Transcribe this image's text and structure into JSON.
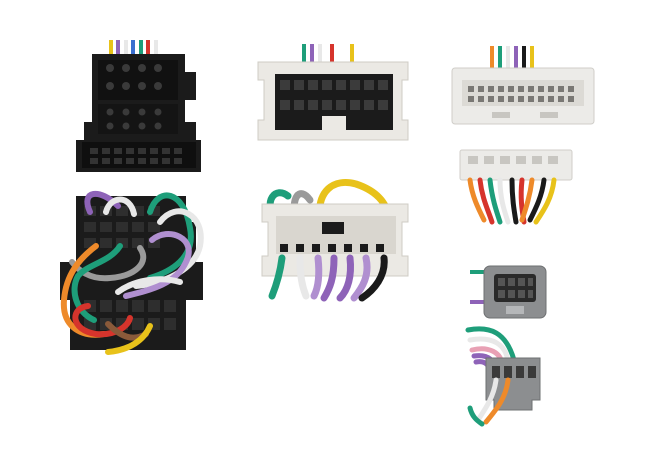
{
  "scene": {
    "background_color": "#ffffff",
    "subject": "wiring-harness-connectors",
    "connectors": [
      {
        "name": "black-iso-connector",
        "body_color": "#1b1b1b",
        "view": "face"
      },
      {
        "name": "black-iso-connector-wired",
        "body_color": "#1b1b1b",
        "view": "face-with-wires"
      },
      {
        "name": "white-16-pin-connector",
        "body_color": "#ebe9e4",
        "view": "face"
      },
      {
        "name": "white-16-pin-connector-wired",
        "body_color": "#ebe9e4",
        "view": "face-with-wires"
      },
      {
        "name": "white-flat-connector",
        "body_color": "#ecebe8",
        "view": "face"
      },
      {
        "name": "white-flat-connector-wired",
        "body_color": "#ecebe8",
        "view": "side-with-wires"
      },
      {
        "name": "grey-small-connector",
        "body_color": "#8c8e90",
        "view": "face"
      },
      {
        "name": "grey-small-connector-wired",
        "body_color": "#8c8e90",
        "view": "side-with-wires"
      }
    ],
    "wire_colors": {
      "green": "#1e9e7a",
      "white": "#e8e8e8",
      "grey": "#9a9a9a",
      "purple": "#8e63b8",
      "violet": "#b08fd0",
      "yellow": "#e8c21a",
      "orange": "#ee8a2a",
      "red": "#d6342c",
      "pink": "#e8a0b4",
      "brown": "#8a5a3a",
      "black": "#1a1a1a",
      "blue": "#3a6fd0"
    }
  }
}
